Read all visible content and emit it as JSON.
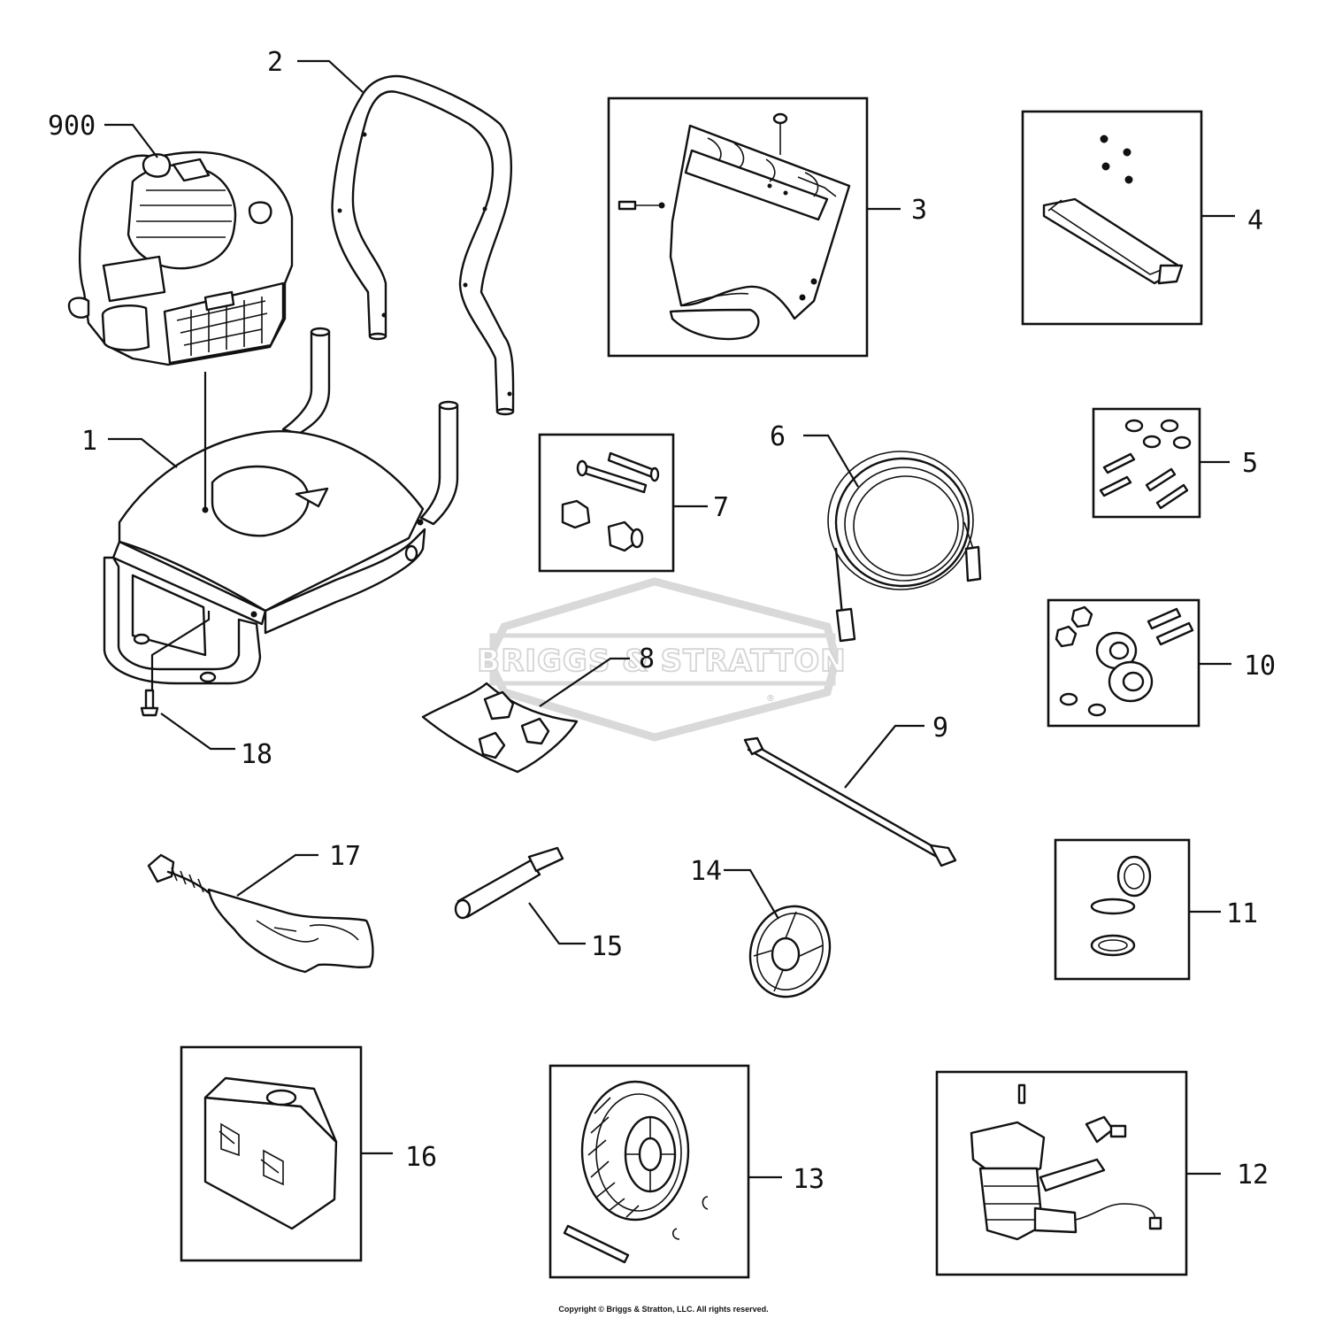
{
  "watermark": {
    "brand": "BRIGGS & STRATTON",
    "registered": "®"
  },
  "copyright": "Copyright © Briggs & Stratton, LLC. All rights reserved.",
  "callouts": {
    "p900": "900",
    "p1": "1",
    "p2": "2",
    "p3": "3",
    "p4": "4",
    "p5": "5",
    "p6": "6",
    "p7": "7",
    "p8": "8",
    "p9": "9",
    "p10": "10",
    "p11": "11",
    "p12": "12",
    "p13": "13",
    "p14": "14",
    "p15": "15",
    "p16": "16",
    "p17": "17",
    "p18": "18"
  }
}
